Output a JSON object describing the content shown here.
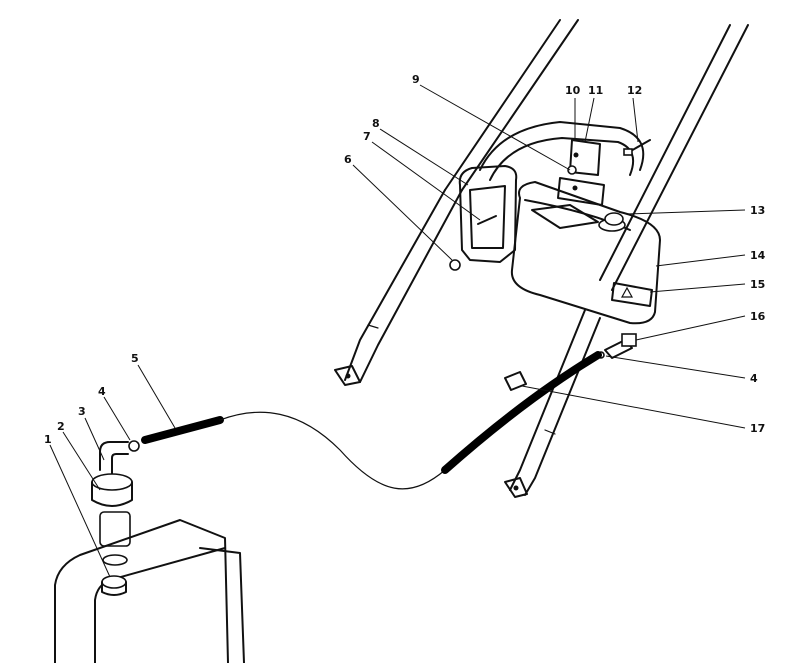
{
  "callouts": [
    {
      "label": "1"
    },
    {
      "label": "2"
    },
    {
      "label": "3"
    },
    {
      "label": "4"
    },
    {
      "label": "5"
    },
    {
      "label": "6"
    },
    {
      "label": "7"
    },
    {
      "label": "8"
    },
    {
      "label": "9"
    },
    {
      "label": "10"
    },
    {
      "label": "11"
    },
    {
      "label": "12"
    },
    {
      "label": "13"
    },
    {
      "label": "14"
    },
    {
      "label": "15"
    },
    {
      "label": "16"
    },
    {
      "label": "4"
    },
    {
      "label": "17"
    }
  ]
}
